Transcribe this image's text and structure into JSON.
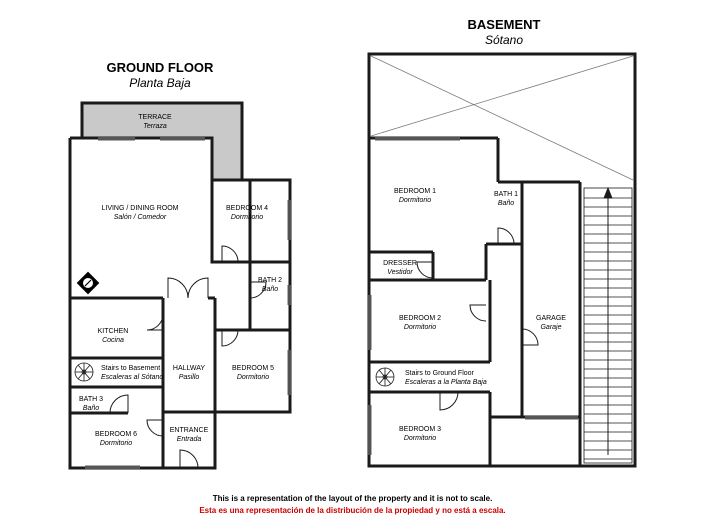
{
  "ground_floor": {
    "title": "GROUND FLOOR",
    "subtitle": "Planta Baja",
    "rooms": [
      {
        "name": "TERRACE",
        "name_es": "Terraza"
      },
      {
        "name": "LIVING / DINING ROOM",
        "name_es": "Salón / Comedor"
      },
      {
        "name": "BEDROOM 4",
        "name_es": "Dormitorio"
      },
      {
        "name": "BATH 2",
        "name_es": "Baño"
      },
      {
        "name": "KITCHEN",
        "name_es": "Cocina"
      },
      {
        "name": "Stairs to Basement",
        "name_es": "Escaleras al Sótano"
      },
      {
        "name": "HALLWAY",
        "name_es": "Pasillo"
      },
      {
        "name": "BEDROOM 5",
        "name_es": "Dormitorio"
      },
      {
        "name": "BATH 3",
        "name_es": "Baño"
      },
      {
        "name": "BEDROOM 6",
        "name_es": "Dormitorio"
      },
      {
        "name": "ENTRANCE",
        "name_es": "Entrada"
      }
    ]
  },
  "basement": {
    "title": "BASEMENT",
    "subtitle": "Sótano",
    "rooms": [
      {
        "name": "BEDROOM 1",
        "name_es": "Dormitorio"
      },
      {
        "name": "BATH 1",
        "name_es": "Baño"
      },
      {
        "name": "DRESSER",
        "name_es": "Vestidor"
      },
      {
        "name": "BEDROOM 2",
        "name_es": "Dormitorio"
      },
      {
        "name": "GARAGE",
        "name_es": "Garaje"
      },
      {
        "name": "Stairs to Ground Floor",
        "name_es": "Escaleras a la Planta Baja"
      },
      {
        "name": "BEDROOM 3",
        "name_es": "Dormitorio"
      }
    ]
  },
  "disclaimer": {
    "en": "This is a representation of the layout of the property and it is not to scale.",
    "es": "Esta es una representación de la distribución de la propiedad y no está a escala."
  },
  "colors": {
    "wall": "#1a1a1a",
    "terrace_fill": "#c9c9c9",
    "window": "#7a7a7a",
    "disclaimer_es": "#cc0000"
  },
  "icons": [
    "compass-icon",
    "spiral-stair-icon",
    "straight-stair-icon",
    "door-swing-icon"
  ]
}
